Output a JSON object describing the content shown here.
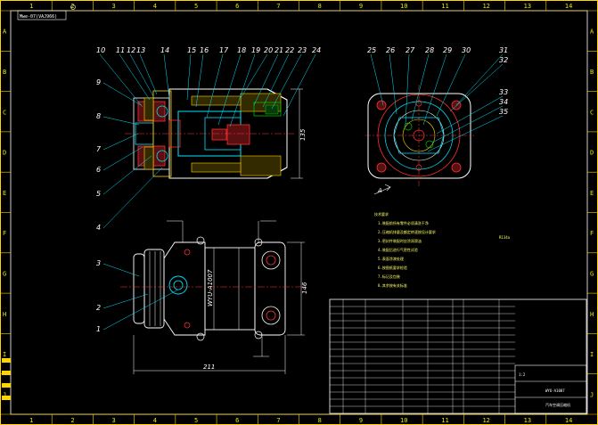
{
  "title_tag": "Mwe-07(VAJ966)",
  "grid": {
    "columns": [
      "1",
      "2",
      "3",
      "4",
      "5",
      "6",
      "7",
      "8",
      "9",
      "10",
      "11",
      "12",
      "13",
      "14"
    ],
    "rows": [
      "A",
      "B",
      "C",
      "D",
      "E",
      "F",
      "G",
      "H",
      "I",
      "J"
    ]
  },
  "callouts_top_left": [
    "10",
    "11",
    "12",
    "13",
    "14",
    "15",
    "16",
    "17",
    "18",
    "19",
    "20",
    "21",
    "22",
    "23",
    "24"
  ],
  "callouts_left": [
    "9",
    "8",
    "7",
    "6",
    "5",
    "4"
  ],
  "callouts_right_view": [
    "25",
    "26",
    "27",
    "28",
    "29",
    "30",
    "31",
    "32",
    "33",
    "34",
    "35"
  ],
  "callouts_bottom_left": [
    "3",
    "2",
    "1"
  ],
  "dimensions": {
    "height_top": "135",
    "height_bottom": "146",
    "width_bottom": "211",
    "view_arrow": "A"
  },
  "body_label": "WYU-A1007",
  "notes_heading": "技术要求",
  "notes_lines": [
    "1.装配前所有零件必须清洗干净",
    "2.压缩机排量及额定转速按设计要求",
    "3.密封件装配时应涂润滑油",
    "4.装配后进行气密性试验",
    "5.表面涂漆处理",
    "6.按图纸要求检验",
    "7.标记及包装",
    "8.其余按有关标准"
  ],
  "notes_side": "R134a",
  "title_block": {
    "drawing_no": "WYU-A1007",
    "part_name": "汽车空调压缩机",
    "sheet": "1:2"
  }
}
